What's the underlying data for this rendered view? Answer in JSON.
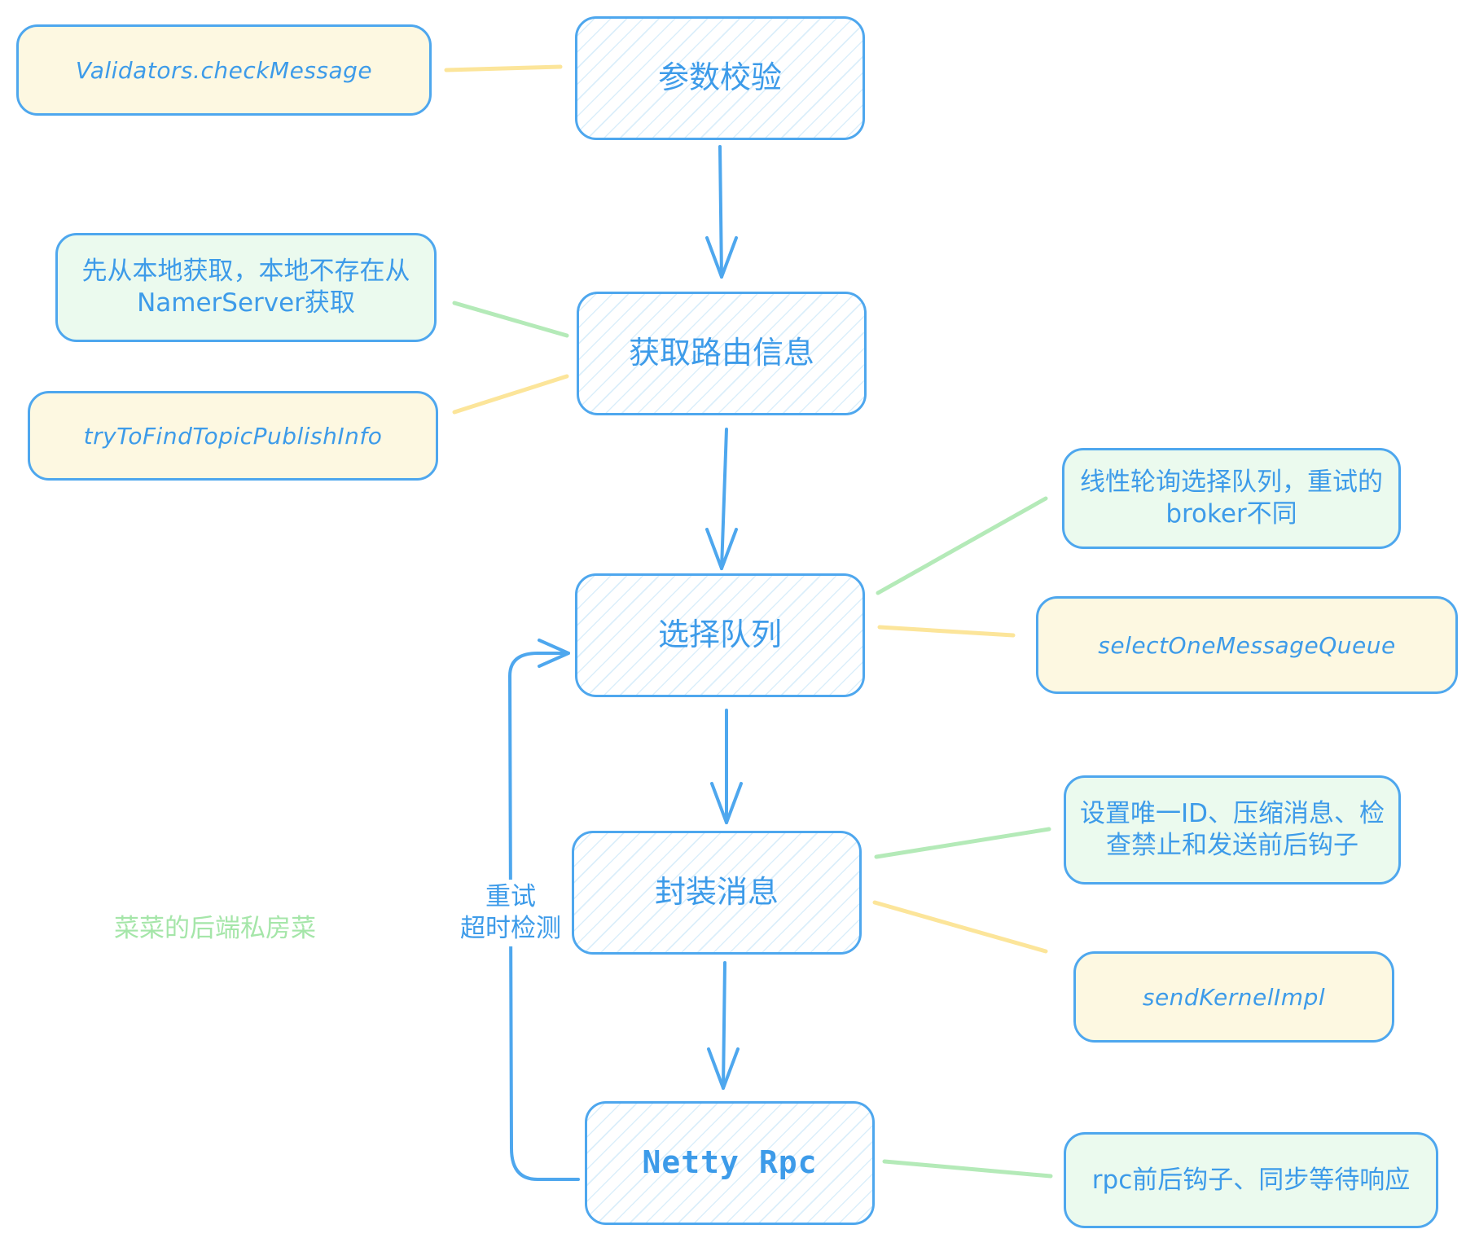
{
  "flow_steps": [
    {
      "id": "validate",
      "label": "参数校验"
    },
    {
      "id": "route",
      "label": "获取路由信息"
    },
    {
      "id": "queue",
      "label": "选择队列"
    },
    {
      "id": "wrap",
      "label": "封装消息"
    },
    {
      "id": "rpc",
      "label": "Netty Rpc"
    }
  ],
  "annotations": {
    "validate_method": "Validators.checkMessage",
    "route_note": "先从本地获取，本地不存在从NamerServer获取",
    "route_method": "tryToFindTopicPublishInfo",
    "queue_note": "线性轮询选择队列，重试的broker不同",
    "queue_method": "selectOneMessageQueue",
    "wrap_note": "设置唯一ID、压缩消息、检查禁止和发送前后钩子",
    "wrap_method": "sendKernelImpl",
    "rpc_note": "rpc前后钩子、同步等待响应"
  },
  "retry_label": "重试\n超时检测",
  "watermark": "菜菜的后端私房菜",
  "colors": {
    "stroke_blue": "#4ea7ee",
    "text_blue": "#3d9be9",
    "note_yellow": "#fdf8e1",
    "note_green": "#ebfaee",
    "connector_green": "#b4eab8",
    "connector_yellow": "#fce59a",
    "watermark_green": "#a5e6a9"
  }
}
